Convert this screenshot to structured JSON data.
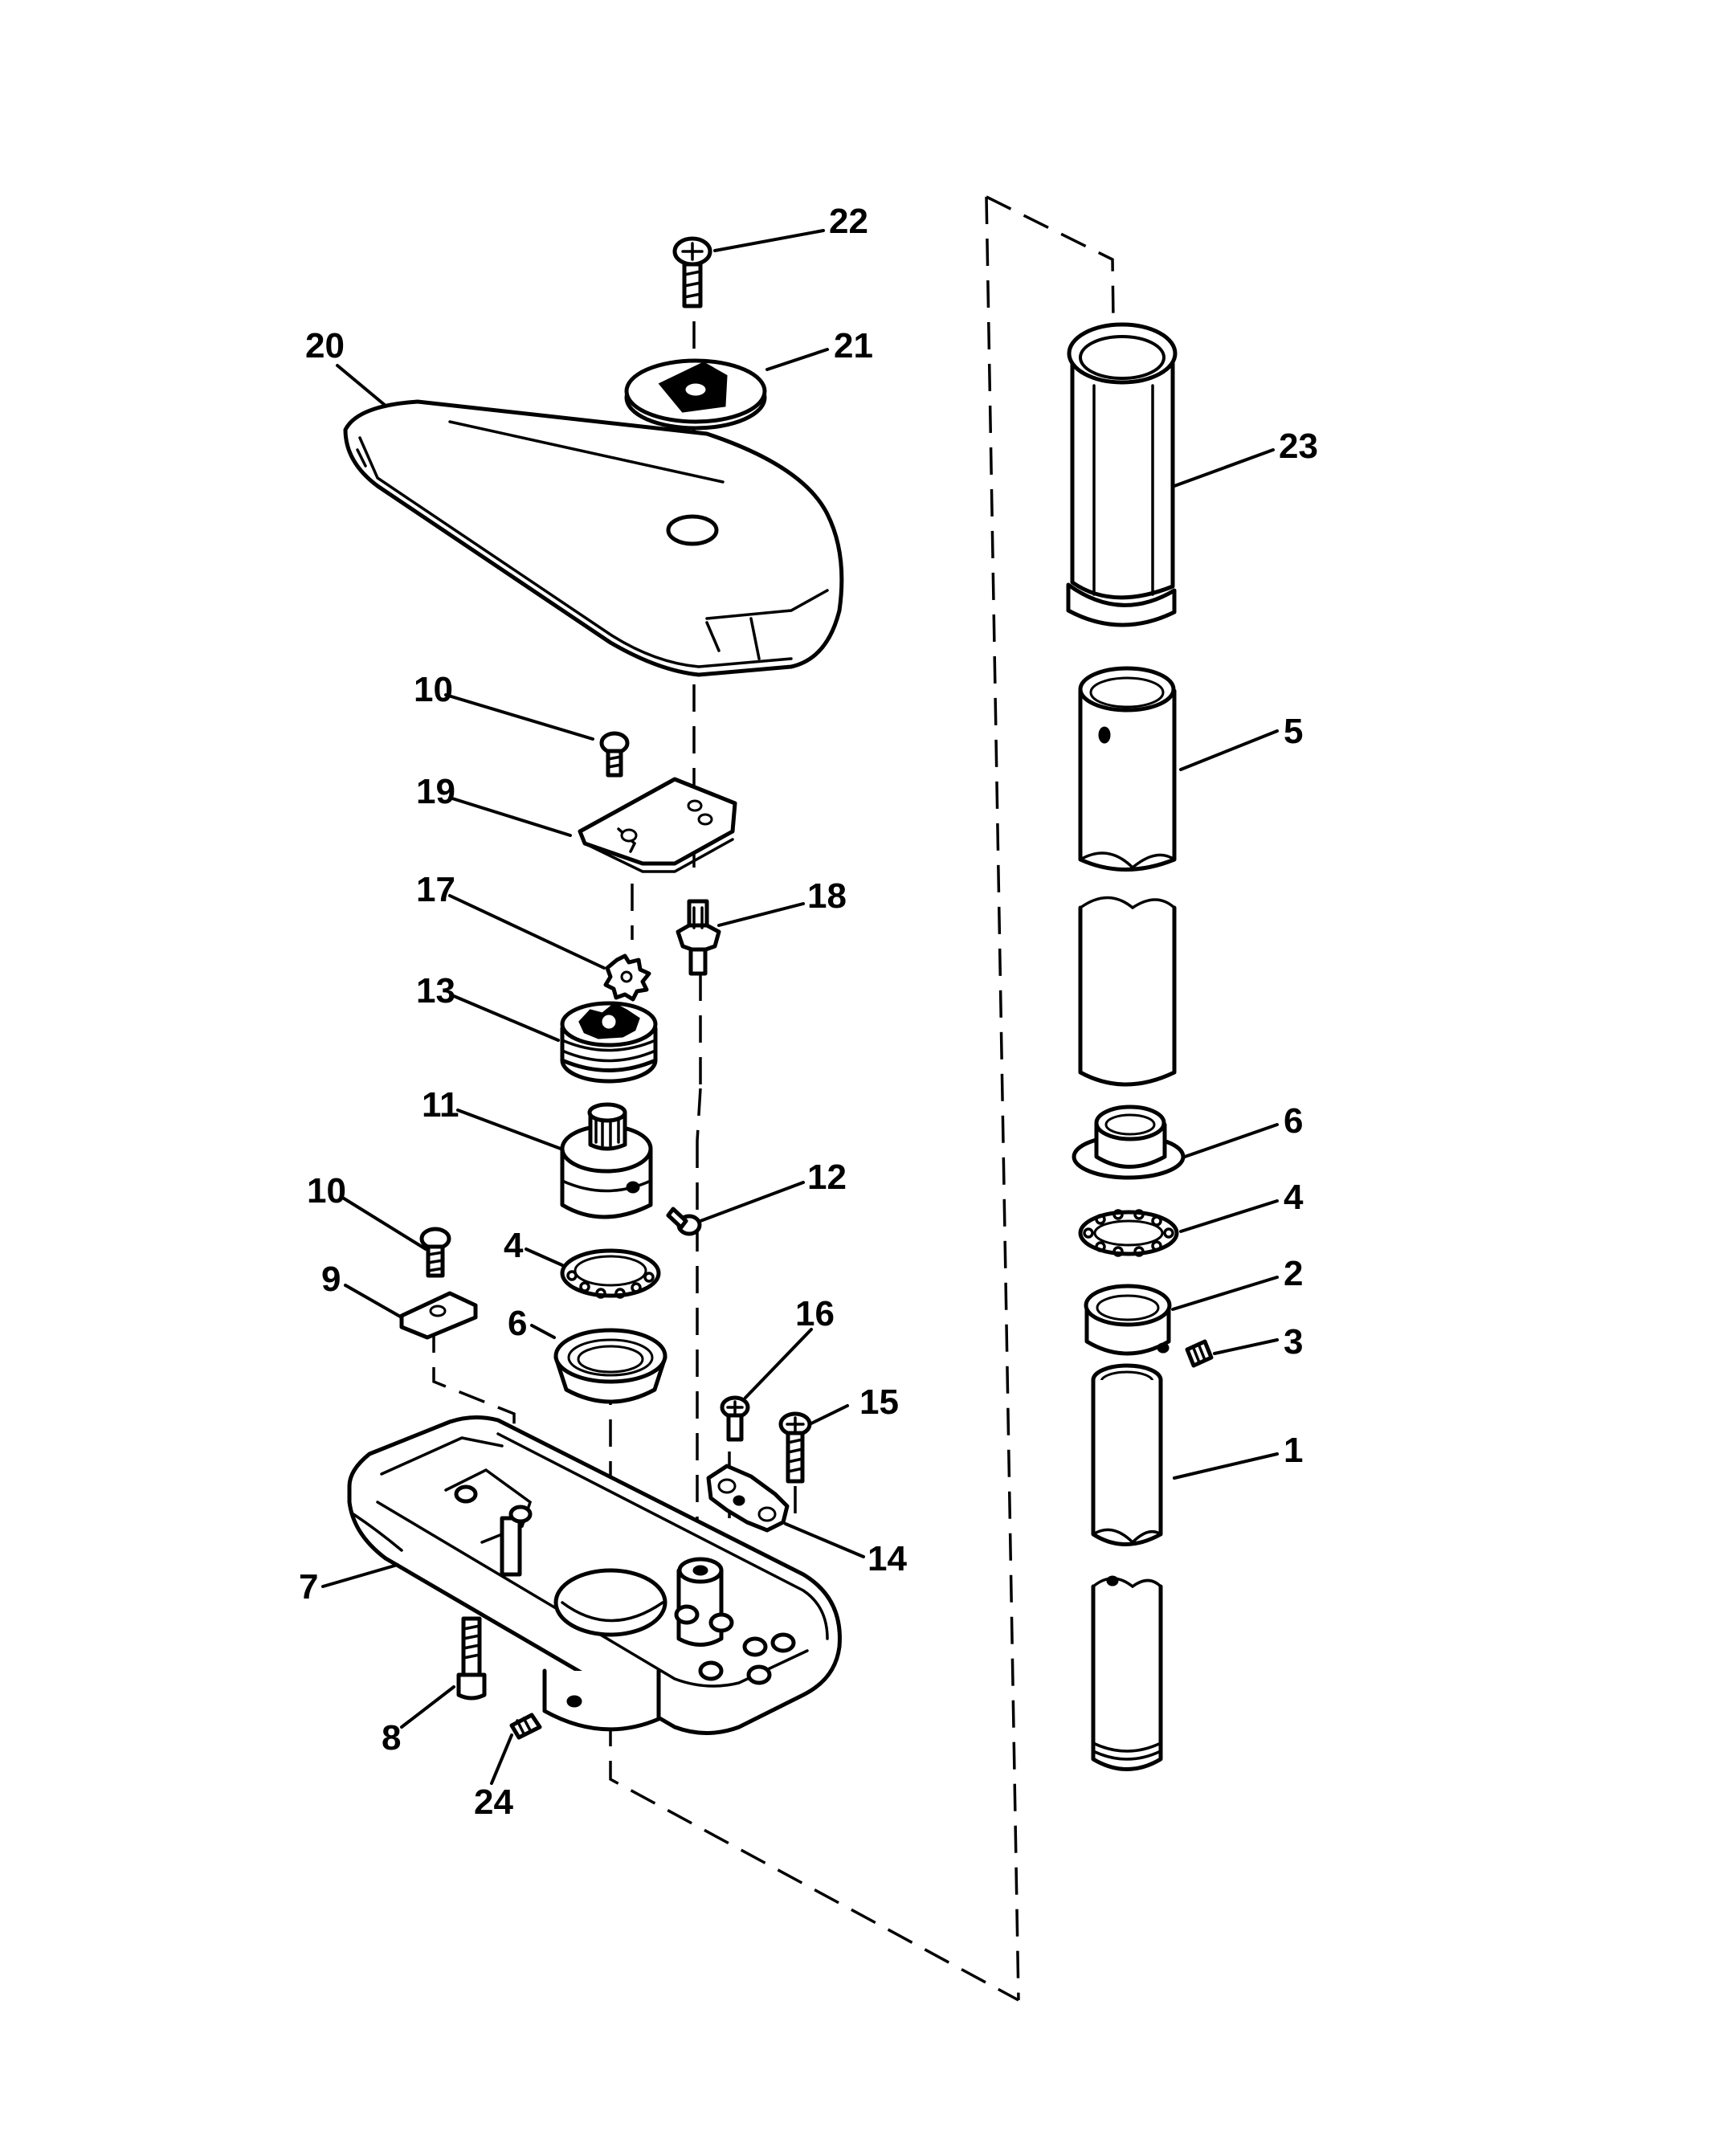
{
  "callouts": [
    {
      "id": "c22",
      "text": "22"
    },
    {
      "id": "c21",
      "text": "21"
    },
    {
      "id": "c20",
      "text": "20"
    },
    {
      "id": "c23",
      "text": "23"
    },
    {
      "id": "c5",
      "text": "5"
    },
    {
      "id": "c10a",
      "text": "10"
    },
    {
      "id": "c19",
      "text": "19"
    },
    {
      "id": "c17",
      "text": "17"
    },
    {
      "id": "c18",
      "text": "18"
    },
    {
      "id": "c13",
      "text": "13"
    },
    {
      "id": "c11",
      "text": "11"
    },
    {
      "id": "c12",
      "text": "12"
    },
    {
      "id": "c10b",
      "text": "10"
    },
    {
      "id": "c9",
      "text": "9"
    },
    {
      "id": "c4a",
      "text": "4"
    },
    {
      "id": "c6a",
      "text": "6"
    },
    {
      "id": "c16",
      "text": "16"
    },
    {
      "id": "c15",
      "text": "15"
    },
    {
      "id": "c14",
      "text": "14"
    },
    {
      "id": "c7",
      "text": "7"
    },
    {
      "id": "c8",
      "text": "8"
    },
    {
      "id": "c24",
      "text": "24"
    },
    {
      "id": "c6b",
      "text": "6"
    },
    {
      "id": "c4b",
      "text": "4"
    },
    {
      "id": "c2",
      "text": "2"
    },
    {
      "id": "c3",
      "text": "3"
    },
    {
      "id": "c1",
      "text": "1"
    }
  ]
}
